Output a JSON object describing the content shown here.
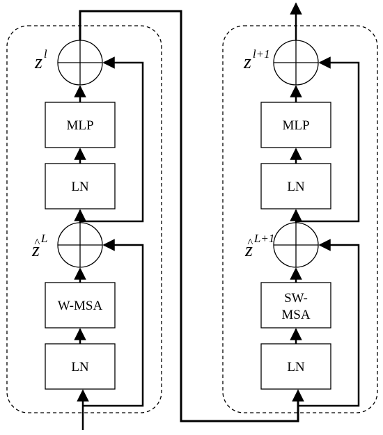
{
  "blocks": [
    {
      "upper_sum_label": {
        "main": "z",
        "sup": "l"
      },
      "lower_sum_label": {
        "hat": "^",
        "main": "z",
        "sup": "L"
      },
      "mlp_label": "MLP",
      "ln_upper_label": "LN",
      "attention_label_line1": "W-MSA",
      "attention_label_line2": "",
      "ln_lower_label": "LN"
    },
    {
      "upper_sum_label": {
        "main": "z",
        "sup": "l+1"
      },
      "lower_sum_label": {
        "hat": "^",
        "main": "z",
        "sup": "L+1"
      },
      "mlp_label": "MLP",
      "ln_upper_label": "LN",
      "attention_label_line1": "SW-",
      "attention_label_line2": "MSA",
      "ln_lower_label": "LN"
    }
  ]
}
